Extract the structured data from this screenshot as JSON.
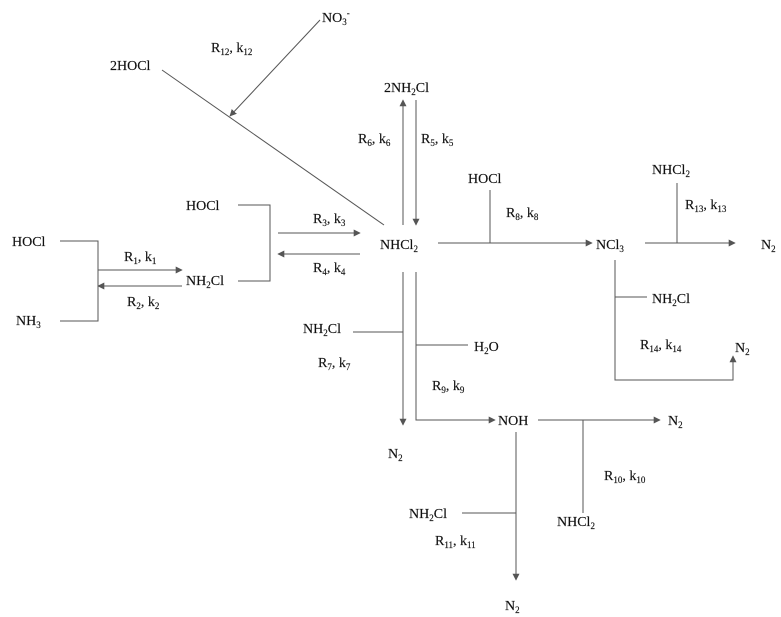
{
  "species": {
    "hocl_left": {
      "main": "HOCl"
    },
    "nh3": {
      "main": "NH",
      "sub": "3"
    },
    "nh2cl_1": {
      "main": "NH",
      "sub": "2",
      "tail": "Cl"
    },
    "hocl_mid": {
      "main": "HOCl"
    },
    "nhcl2_center": {
      "main": "NHCl",
      "sub": "2"
    },
    "two_hocl": {
      "main": "2HOCl"
    },
    "no3": {
      "main": "NO",
      "sub": "3",
      "sup": "-"
    },
    "two_nh2cl": {
      "main": "2NH",
      "sub": "2",
      "tail": "Cl"
    },
    "hocl_right": {
      "main": "HOCl"
    },
    "ncl3": {
      "main": "NCl",
      "sub": "3"
    },
    "n2_right": {
      "main": "N",
      "sub": "2"
    },
    "nhcl2_top_right": {
      "main": "NHCl",
      "sub": "2"
    },
    "nh2cl_right": {
      "main": "NH",
      "sub": "2",
      "tail": "Cl"
    },
    "n2_r14": {
      "main": "N",
      "sub": "2"
    },
    "nh2cl_mid": {
      "main": "NH",
      "sub": "2",
      "tail": "Cl"
    },
    "h2o": {
      "main": "H",
      "sub": "2",
      "tail": "O"
    },
    "n2_down": {
      "main": "N",
      "sub": "2"
    },
    "noh": {
      "main": "NOH"
    },
    "n2_noh": {
      "main": "N",
      "sub": "2"
    },
    "nhcl2_bottom": {
      "main": "NHCl",
      "sub": "2"
    },
    "nh2cl_bottom": {
      "main": "NH",
      "sub": "2",
      "tail": "Cl"
    },
    "n2_bottom": {
      "main": "N",
      "sub": "2"
    }
  },
  "reactions": {
    "r1": {
      "r": "R",
      "rn": "1",
      "sep": ", k",
      "kn": "1"
    },
    "r2": {
      "r": "R",
      "rn": "2",
      "sep": ", k",
      "kn": "2"
    },
    "r3": {
      "r": "R",
      "rn": "3",
      "sep": ", k",
      "kn": "3"
    },
    "r4": {
      "r": "R",
      "rn": "4",
      "sep": ", k",
      "kn": "4"
    },
    "r5": {
      "r": "R",
      "rn": "5",
      "sep": ", k",
      "kn": "5"
    },
    "r6": {
      "r": "R",
      "rn": "6",
      "sep": ", k",
      "kn": "6"
    },
    "r7": {
      "r": "R",
      "rn": "7",
      "sep": ", k",
      "kn": "7"
    },
    "r8": {
      "r": "R",
      "rn": "8",
      "sep": ", k",
      "kn": "8"
    },
    "r9": {
      "r": "R",
      "rn": "9",
      "sep": ", k",
      "kn": "9"
    },
    "r10": {
      "r": "R",
      "rn": "10",
      "sep": ", k",
      "kn": "10"
    },
    "r11": {
      "r": "R",
      "rn": "11",
      "sep": ", k",
      "kn": "11"
    },
    "r12": {
      "r": "R",
      "rn": "12",
      "sep": ", k",
      "kn": "12"
    },
    "r13": {
      "r": "R",
      "rn": "13",
      "sep": ", k",
      "kn": "13"
    },
    "r14": {
      "r": "R",
      "rn": "14",
      "sep": ", k",
      "kn": "14"
    }
  }
}
